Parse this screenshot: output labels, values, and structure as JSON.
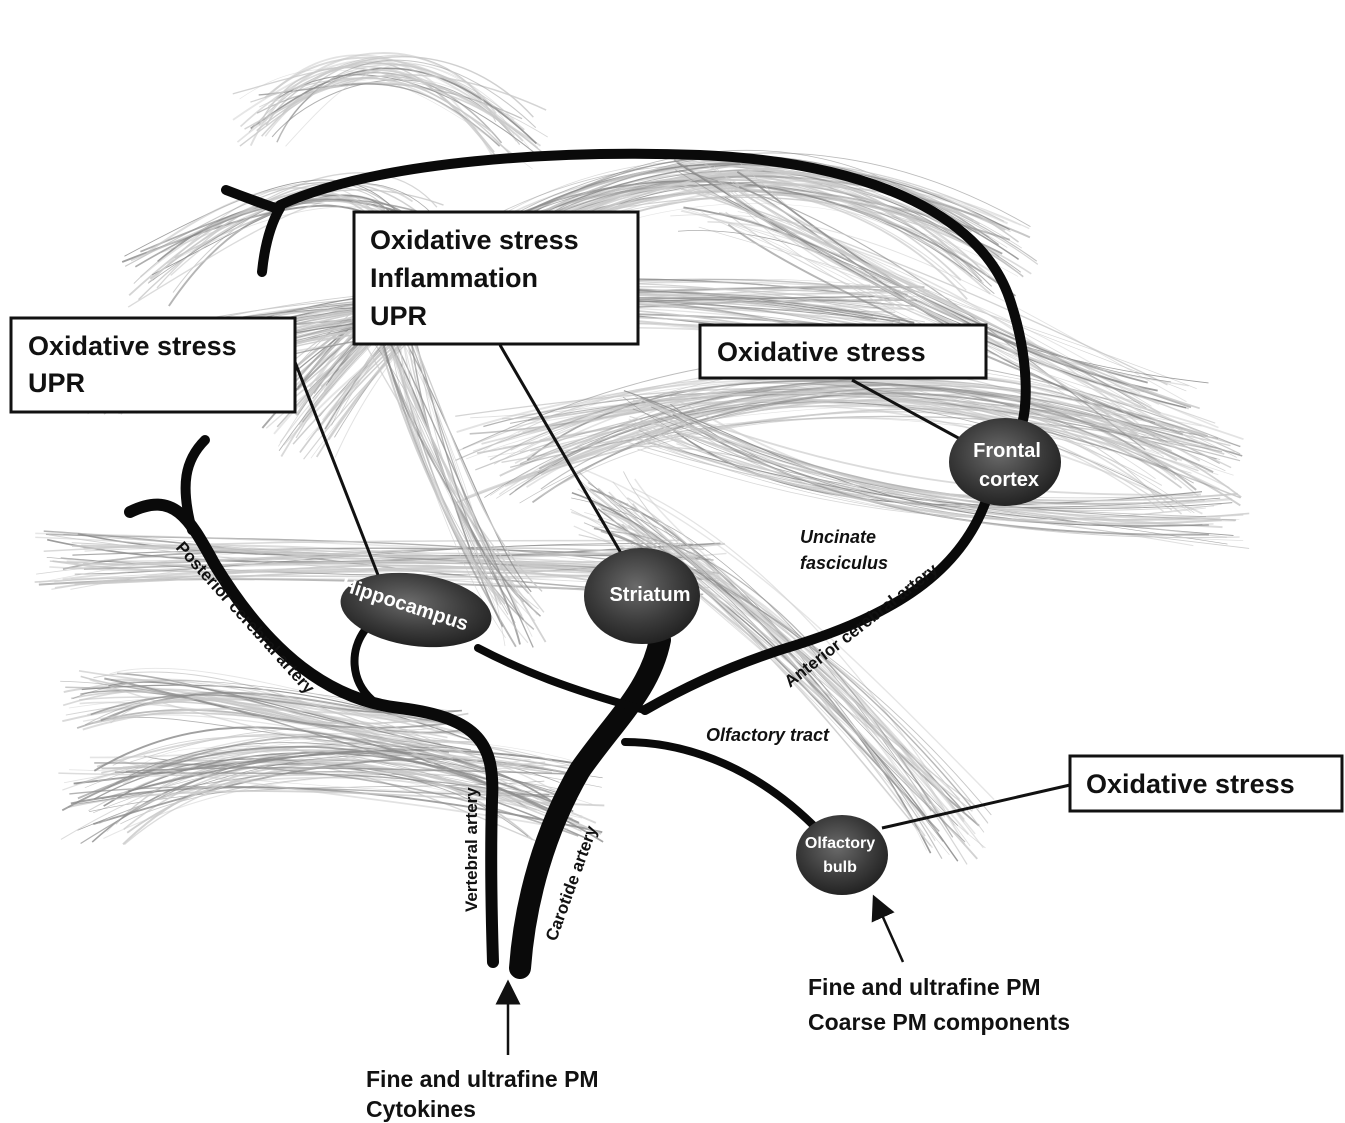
{
  "stress_boxes": {
    "hippocampus": [
      "Oxidative stress",
      "UPR"
    ],
    "striatum": [
      "Oxidative stress",
      "Inflammation",
      "UPR"
    ],
    "frontal_cortex": [
      "Oxidative stress"
    ],
    "olfactory_bulb": [
      "Oxidative stress"
    ]
  },
  "regions": {
    "hippocampus": "Hippocampus",
    "striatum": "Striatum",
    "frontal_cortex": [
      "Frontal",
      "cortex"
    ],
    "olfactory_bulb": [
      "Olfactory",
      "bulb"
    ]
  },
  "vessels": {
    "posterior_cerebral_artery": "Posterior cerebral artery",
    "anterior_cerebral_artery": "Anterior cerebral artery",
    "vertebral_artery": "Vertebral artery",
    "carotide_artery": "Carotide artery"
  },
  "tracts": {
    "uncinate_fasciculus": [
      "Uncinate",
      "fasciculus"
    ],
    "olfactory_tract": "Olfactory tract"
  },
  "sources": {
    "bottom": [
      "Fine and ultrafine PM",
      "Cytokines"
    ],
    "olfactory": [
      "Fine and ultrafine PM",
      "Coarse PM components"
    ]
  },
  "colors": {
    "vessel": "#0a0a0a",
    "fiber_light": "#c9c9c9",
    "fiber_dark": "#8c8c8c",
    "region_fill": "#3a3a3a"
  }
}
